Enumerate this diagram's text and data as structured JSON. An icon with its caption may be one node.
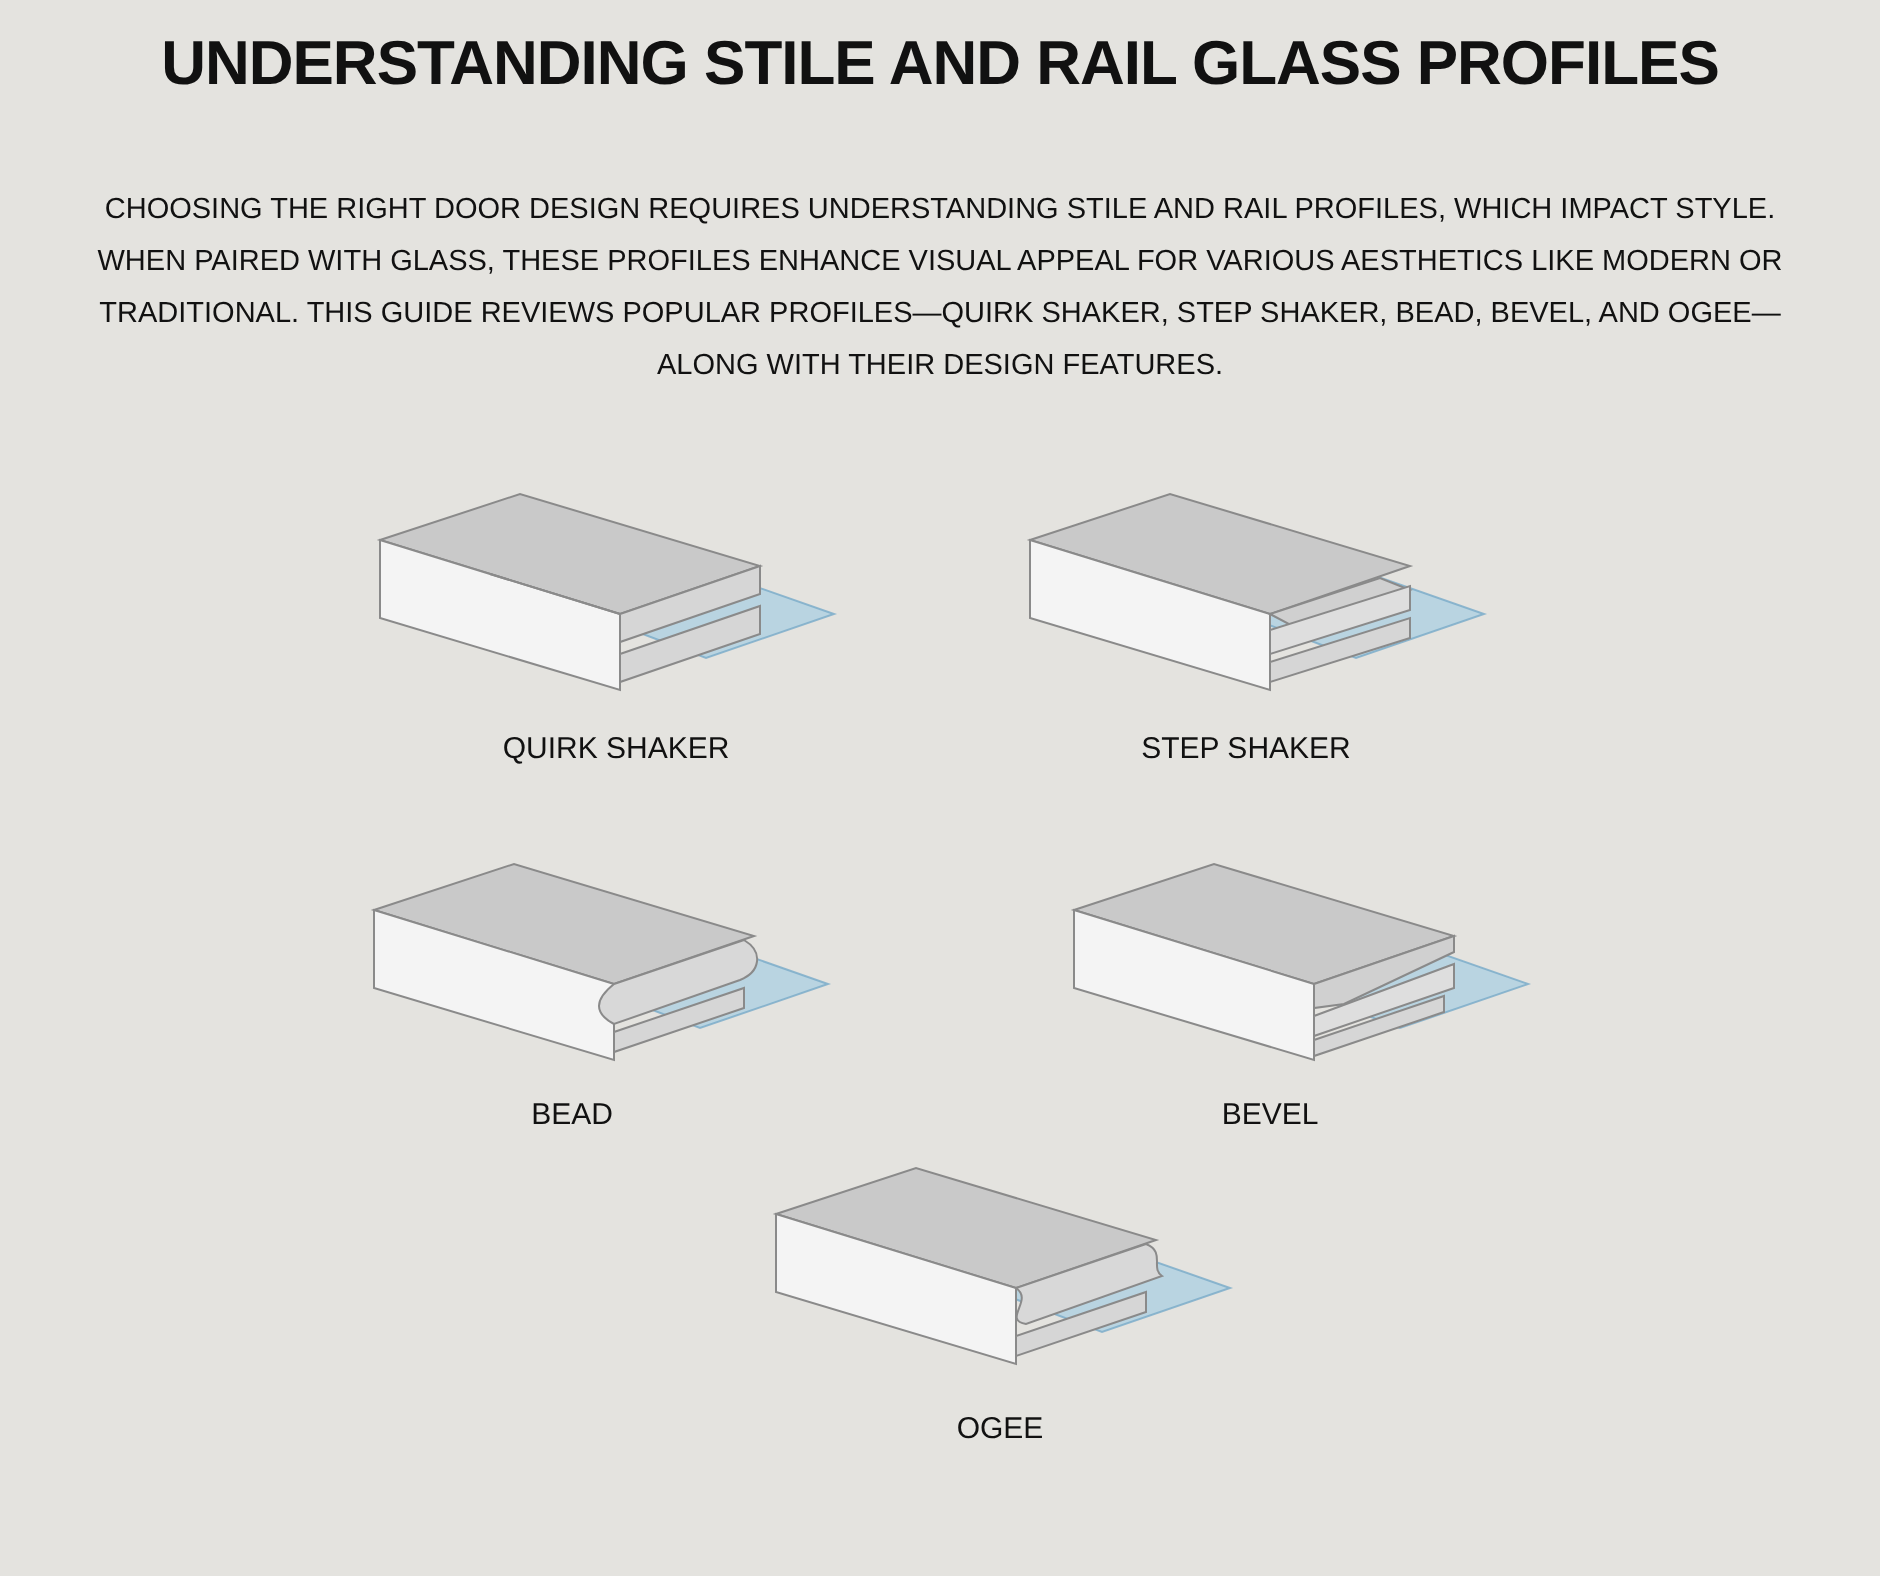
{
  "diagram": {
    "title": "UNDERSTANDING STILE AND RAIL GLASS PROFILES",
    "labels": [
      "CHOOSING THE RIGHT DOOR DESIGN REQUIRES UNDERSTANDING STILE AND RAIL PROFILES, WHICH IMPACT STYLE. WHEN PAIRED WITH GLASS, THESE PROFILES ENHANCE VISUAL APPEAL FOR VARIOUS AESTHETICS LIKE MODERN OR TRADITIONAL. THIS GUIDE REVIEWS POPULAR PROFILES—QUIRK SHAKER, STEP SHAKER, BEAD, BEVEL, AND OGEE—ALONG WITH THEIR DESIGN FEATURES.",
      "QUIRK SHAKER",
      "STEP SHAKER",
      "BEAD",
      "BEVEL",
      "OGEE"
    ]
  }
}
